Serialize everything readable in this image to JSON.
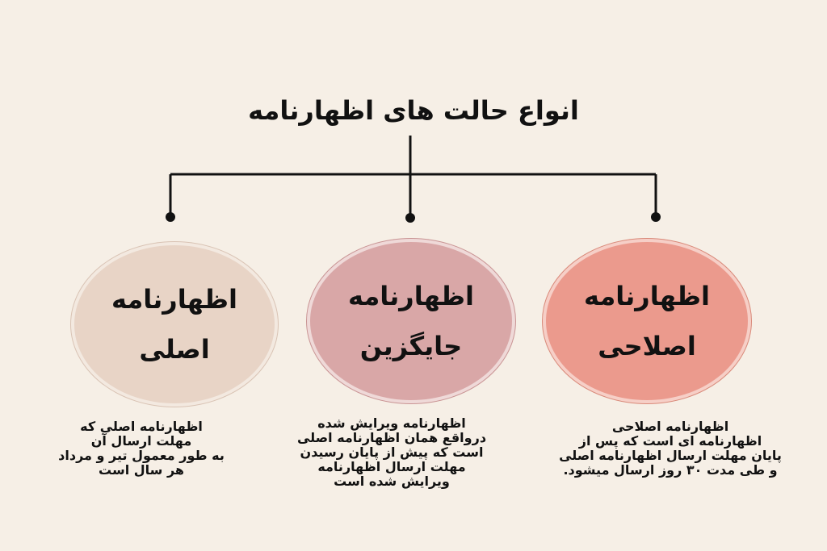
{
  "diagram": {
    "title": "انواع حالت های اظهارنامه",
    "nodes": [
      {
        "id": "asli",
        "label_line1": "اظهارنامه",
        "label_line2": "اصلی",
        "color": "#e8d4c6",
        "description_lines": [
          "اظهارنامه اصلی که",
          "مهلت ارسال آن",
          "به طور معمول تیر و مرداد",
          "هر سال است"
        ]
      },
      {
        "id": "jaygozin",
        "label_line1": "اظهارنامه",
        "label_line2": "جایگزین",
        "color": "#d9a7a7",
        "description_lines": [
          "اظهارنامه ویرایش شده",
          "درواقع همان اظهارنامه اصلی",
          "است که پیش از پایان رسیدن",
          "مهلت ارسال اظهارنامه",
          "ویرایش شده است"
        ]
      },
      {
        "id": "eslahi",
        "label_line1": "اظهارنامه",
        "label_line2": "اصلاحی",
        "color": "#eb9a8d",
        "description_lines": [
          "اظهارنامه اصلاحی",
          "اظهارنامه ای است که پس از",
          "پایان مهلت ارسال اظهارنامه اصلی",
          "و طی مدت ۳۰ روز ارسال میشود."
        ]
      }
    ]
  }
}
